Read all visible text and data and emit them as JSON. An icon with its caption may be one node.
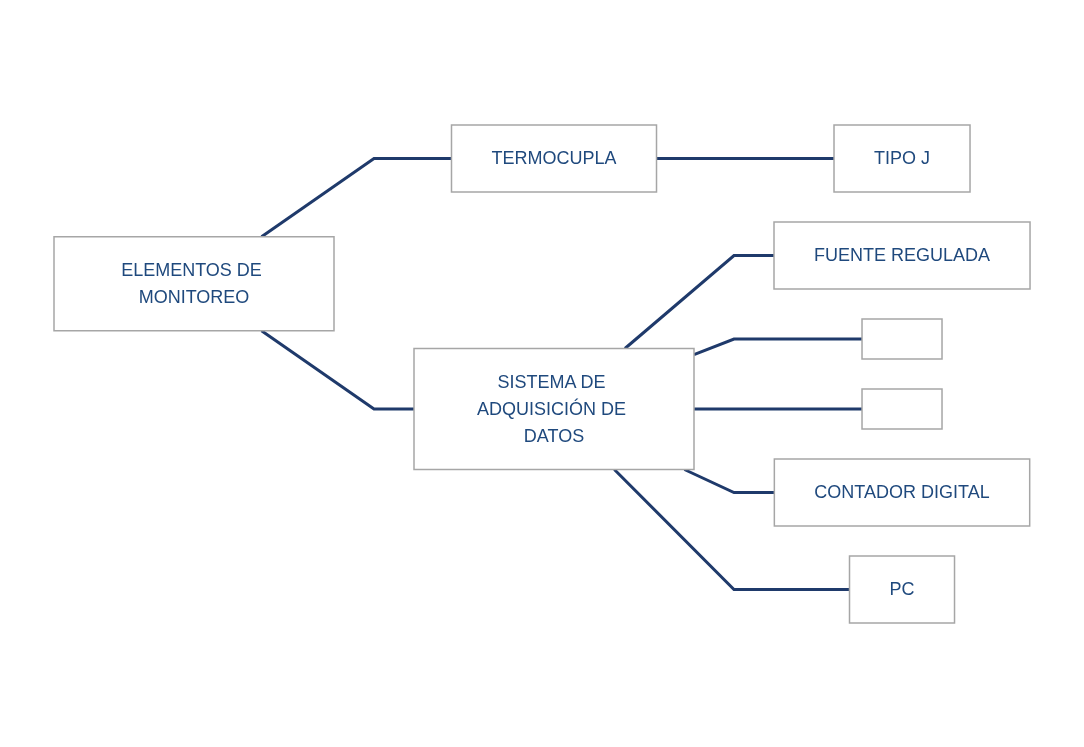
{
  "diagram": {
    "nodes": [
      {
        "text": [
          "ELEMENTOS DE MONITOREO"
        ]
      },
      {
        "text": [
          "TERMOCUPLA"
        ]
      },
      {
        "text": [
          "SISTEMA DE ADQUISICIÓN DE DATOS"
        ]
      },
      {
        "text": [
          "TIPO J"
        ]
      },
      {
        "text": [
          "FUENTE REGULADA"
        ]
      },
      {
        "text": [],
        "shape": "box"
      },
      {
        "text": [],
        "shape": "box"
      },
      {
        "text": [
          "CONTADOR DIGITAL"
        ]
      },
      {
        "text": [
          "PC"
        ]
      }
    ],
    "edges": [
      {
        "from": 0,
        "to": 1,
        "arrow": "none"
      },
      {
        "from": 0,
        "to": 2,
        "arrow": "none"
      },
      {
        "from": 1,
        "to": 3,
        "arrow": "none"
      },
      {
        "from": 2,
        "to": 4,
        "arrow": "none"
      },
      {
        "from": 2,
        "to": 5,
        "arrow": "none"
      },
      {
        "from": 2,
        "to": 6,
        "arrow": "none"
      },
      {
        "from": 2,
        "to": 7,
        "arrow": "none"
      },
      {
        "from": 2,
        "to": 8,
        "arrow": "none"
      }
    ]
  }
}
